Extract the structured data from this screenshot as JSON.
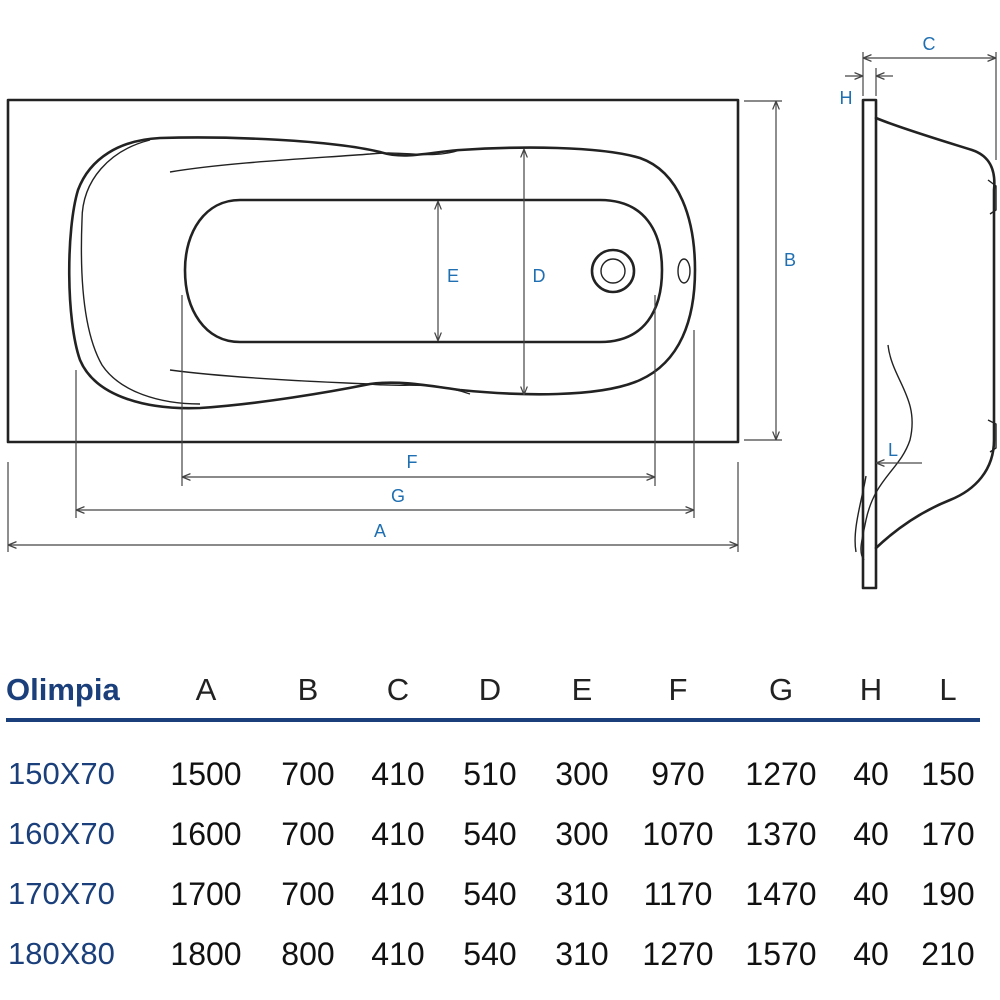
{
  "diagram": {
    "dimension_labels": {
      "A": "A",
      "B": "B",
      "C": "C",
      "D": "D",
      "E": "E",
      "F": "F",
      "G": "G",
      "H": "H",
      "L": "L"
    }
  },
  "table": {
    "title": "Olimpia",
    "columns": [
      "A",
      "B",
      "C",
      "D",
      "E",
      "F",
      "G",
      "H",
      "L"
    ],
    "rows": [
      {
        "model": "150X70",
        "values": [
          "1500",
          "700",
          "410",
          "510",
          "300",
          "970",
          "1270",
          "40",
          "150"
        ]
      },
      {
        "model": "160X70",
        "values": [
          "1600",
          "700",
          "410",
          "540",
          "300",
          "1070",
          "1370",
          "40",
          "170"
        ]
      },
      {
        "model": "170X70",
        "values": [
          "1700",
          "700",
          "410",
          "540",
          "310",
          "1170",
          "1470",
          "40",
          "190"
        ]
      },
      {
        "model": "180X80",
        "values": [
          "1800",
          "800",
          "410",
          "540",
          "310",
          "1270",
          "1570",
          "40",
          "210"
        ]
      }
    ],
    "accent_color": "#1a3f7a",
    "label_color": "#1f6fb2"
  }
}
